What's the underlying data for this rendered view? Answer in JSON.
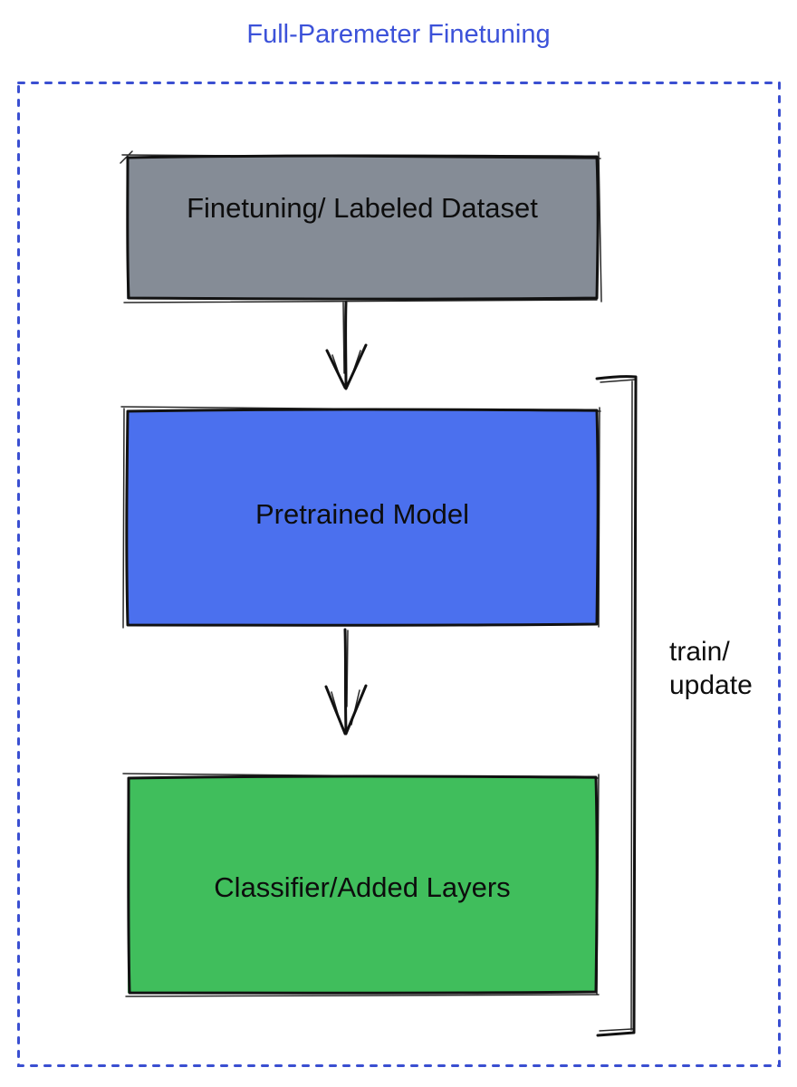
{
  "title": "Full-Paremeter Finetuning",
  "diagram": {
    "nodes": [
      {
        "id": "finetuning-dataset",
        "label": "Finetuning/ Labeled Dataset",
        "fill": "#858C96"
      },
      {
        "id": "pretrained-model",
        "label": "Pretrained Model",
        "fill": "#4B70EE"
      },
      {
        "id": "classifier-added-layers",
        "label": "Classifier/Added Layers",
        "fill": "#40BE5C"
      }
    ],
    "bracket_label": "train/\nupdate"
  },
  "colors": {
    "title-blue": "#3C52D9",
    "dashed-border-blue": "#3A4FD1",
    "node-gray": "#858C96",
    "node-blue": "#4B70EE",
    "node-green": "#40BE5C",
    "stroke-black": "#111111",
    "label-black": "#0D0D0D"
  }
}
